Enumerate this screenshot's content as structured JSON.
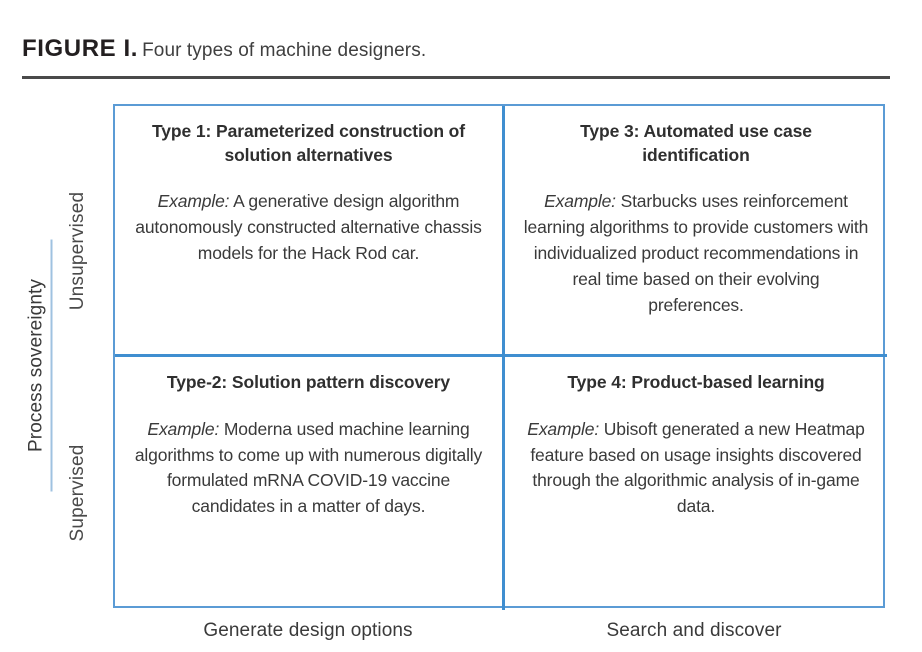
{
  "figure": {
    "label": "FIGURE I.",
    "caption": "Four types of machine designers."
  },
  "axes": {
    "y_title": "Process sovereignty",
    "y_ticks": [
      "Unsupervised",
      "Supervised"
    ],
    "x_ticks": [
      "Generate design options",
      "Search and discover"
    ]
  },
  "colors": {
    "frame_border": "#5b9bd5",
    "divider": "#3f8ed0",
    "caption_rule": "#4a4a4a",
    "axis_underline": "#9fc2e0",
    "text": "#3a3a3a"
  },
  "quadrants": [
    {
      "position": "top-left",
      "title": "Type 1: Parameterized construction of solution alternatives",
      "example_label": "Example:",
      "example_text": " A generative design algorithm autonomously constructed alternative chassis models for the Hack Rod car."
    },
    {
      "position": "top-right",
      "title": "Type 3: Automated use case identification",
      "example_label": "Example:",
      "example_text": " Starbucks uses reinforcement learning algorithms to provide customers with individualized product recommendations in real time based on their evolving preferences."
    },
    {
      "position": "bottom-left",
      "title": "Type-2: Solution pattern discovery",
      "example_label": "Example:",
      "example_text": " Moderna used machine learning algorithms to come up with numerous digitally formulated mRNA COVID-19 vaccine candidates in a matter of days."
    },
    {
      "position": "bottom-right",
      "title": "Type 4: Product-based learning",
      "example_label": "Example:",
      "example_text": " Ubisoft generated a new Heatmap feature based on usage insights discovered through the algorithmic analysis of in-game data."
    }
  ]
}
